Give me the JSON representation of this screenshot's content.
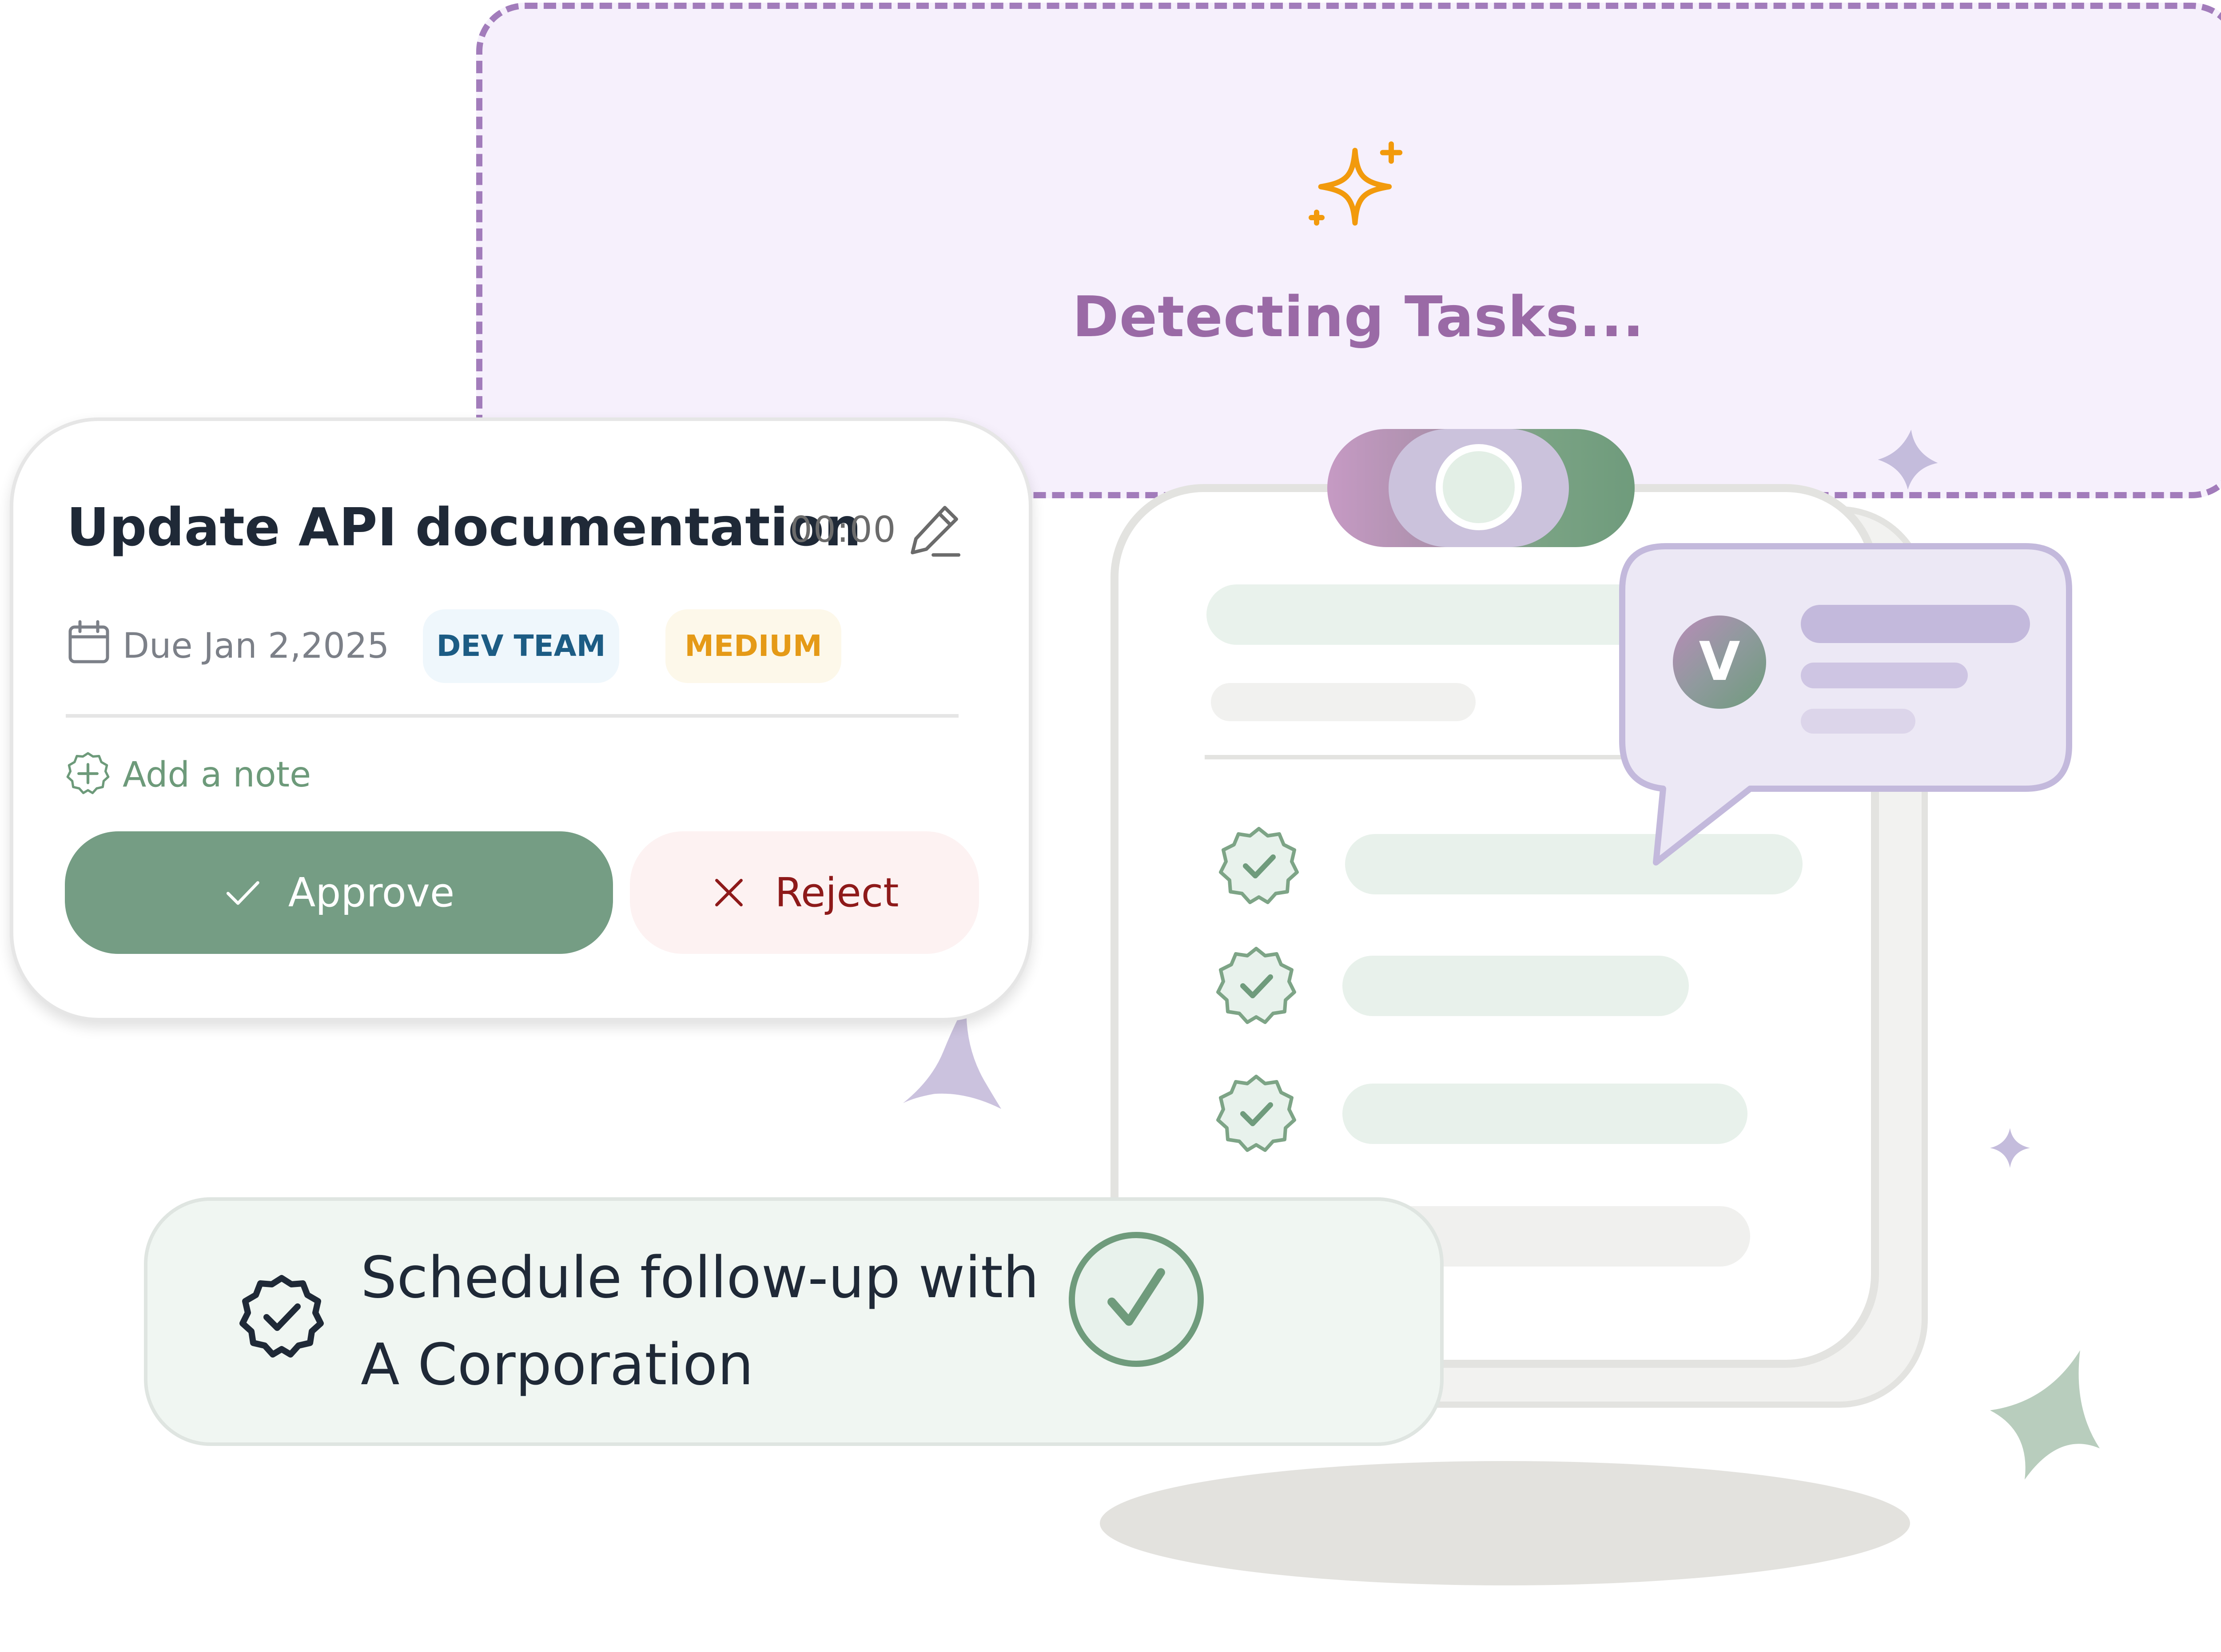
{
  "detect": {
    "title": "Detecting Tasks..."
  },
  "task_card": {
    "title": "Update API documentation",
    "timer": "00:00",
    "due": "Due Jan 2,2025",
    "team_tag": "DEV TEAM",
    "priority_tag": "MEDIUM",
    "add_note": "Add a note",
    "approve_label": "Approve",
    "reject_label": "Reject"
  },
  "suggestion": {
    "text": "Schedule follow-up with A Corporation"
  },
  "chat": {
    "avatar_letter": "V"
  },
  "colors": {
    "accent_purple": "#9a6aa6",
    "accent_green": "#759d84",
    "reject_red": "#8e1a1a",
    "priority_orange": "#e59a17",
    "team_blue": "#1c5c84"
  },
  "icons": [
    "sparkle-icon",
    "edit-icon",
    "calendar-icon",
    "plus-icon",
    "check-icon",
    "close-icon",
    "verified-badge-icon",
    "star-icon"
  ]
}
